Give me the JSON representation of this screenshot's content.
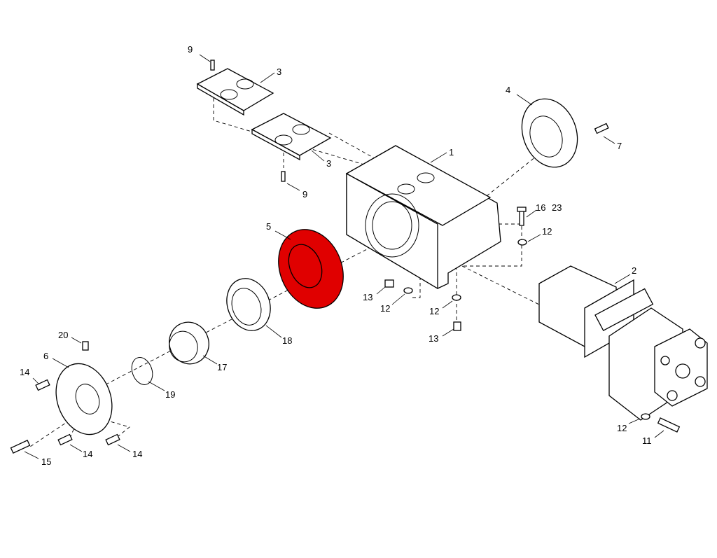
{
  "diagram": {
    "title": "Exploded parts view",
    "highlight_color": "#e00000",
    "highlighted_part": "5",
    "labels": [
      {
        "id": "9a",
        "text": "9"
      },
      {
        "id": "3a",
        "text": "3"
      },
      {
        "id": "4",
        "text": "4"
      },
      {
        "id": "7",
        "text": "7"
      },
      {
        "id": "1",
        "text": "1"
      },
      {
        "id": "3b",
        "text": "3"
      },
      {
        "id": "9b",
        "text": "9"
      },
      {
        "id": "16",
        "text": "16"
      },
      {
        "id": "23",
        "text": "23"
      },
      {
        "id": "5",
        "text": "5"
      },
      {
        "id": "12a",
        "text": "12"
      },
      {
        "id": "2",
        "text": "2"
      },
      {
        "id": "13a",
        "text": "13"
      },
      {
        "id": "12b",
        "text": "12"
      },
      {
        "id": "12c",
        "text": "12"
      },
      {
        "id": "13b",
        "text": "13"
      },
      {
        "id": "18",
        "text": "18"
      },
      {
        "id": "20",
        "text": "20"
      },
      {
        "id": "6",
        "text": "6"
      },
      {
        "id": "14a",
        "text": "14"
      },
      {
        "id": "17",
        "text": "17"
      },
      {
        "id": "19",
        "text": "19"
      },
      {
        "id": "12d",
        "text": "12"
      },
      {
        "id": "11",
        "text": "11"
      },
      {
        "id": "15",
        "text": "15"
      },
      {
        "id": "14b",
        "text": "14"
      },
      {
        "id": "14c",
        "text": "14"
      }
    ]
  }
}
